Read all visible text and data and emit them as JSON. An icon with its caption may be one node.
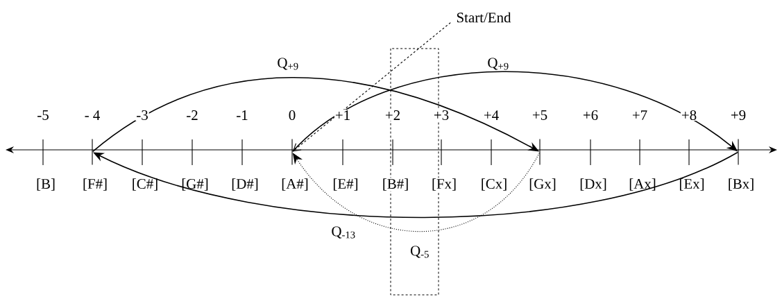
{
  "diagram": {
    "nodes": [
      {
        "text": [],
        "shape": "bar"
      },
      {
        "text": [],
        "shape": "bar"
      },
      {
        "text": [],
        "shape": "bar"
      },
      {
        "text": [],
        "shape": "bar"
      },
      {
        "text": [
          "Start/End"
        ]
      }
    ],
    "edges": [
      {
        "from": 0,
        "to": 2,
        "arrow": "to",
        "label": "Q$_{+9}$"
      },
      {
        "from": 2,
        "to": 1,
        "arrow": "to",
        "label": "Q$_{-5}$",
        "style": "dashed"
      },
      {
        "from": 1,
        "to": 3,
        "arrow": "to",
        "label": "Q$_{+9}$"
      },
      {
        "from": 3,
        "to": 0,
        "arrow": "to",
        "label": "Q$_{-13}$"
      },
      {
        "from": 4,
        "to": 1,
        "arrow": "to",
        "style": "dashed"
      }
    ],
    "labels": [
      "-5",
      "- 4",
      "-3",
      "-2",
      "-1",
      "0",
      "+1",
      "+2",
      "+3",
      "+4",
      "+5",
      "+6",
      "+7",
      "+8",
      "+9",
      "[B]",
      "[F#]",
      "[C#]",
      "[G#]",
      "[D#]",
      "[A#]",
      "[E#]",
      "[B#]",
      "[Fx]",
      "[Cx]",
      "[Gx]",
      "[Dx]",
      "[Ax]",
      "[Ex]",
      "[Bx]"
    ]
  }
}
